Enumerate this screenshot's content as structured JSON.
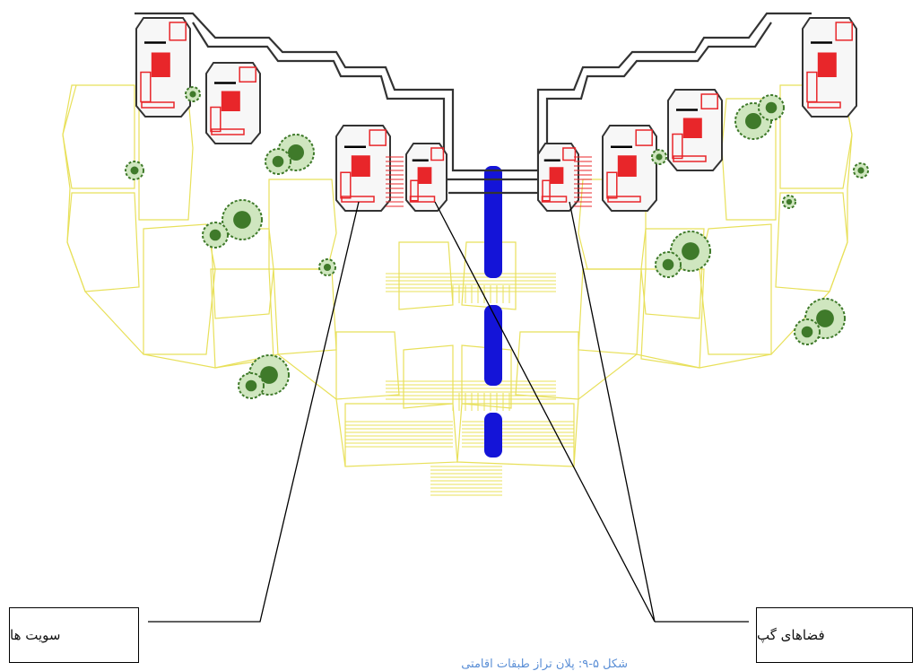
{
  "labels": {
    "suites": "سویت ها",
    "gap_spaces": "فضاهای گپ"
  },
  "caption": "شکل ۵-۹: پلان تراز طبقات اقامتی",
  "colors": {
    "landscape_lines": "#e8e05a",
    "walls": "#333333",
    "furniture": "#e8262a",
    "water_channel": "#1414d8",
    "trees": "#3f7a2a",
    "leader_lines": "#000000",
    "caption": "#5b8fd6"
  }
}
